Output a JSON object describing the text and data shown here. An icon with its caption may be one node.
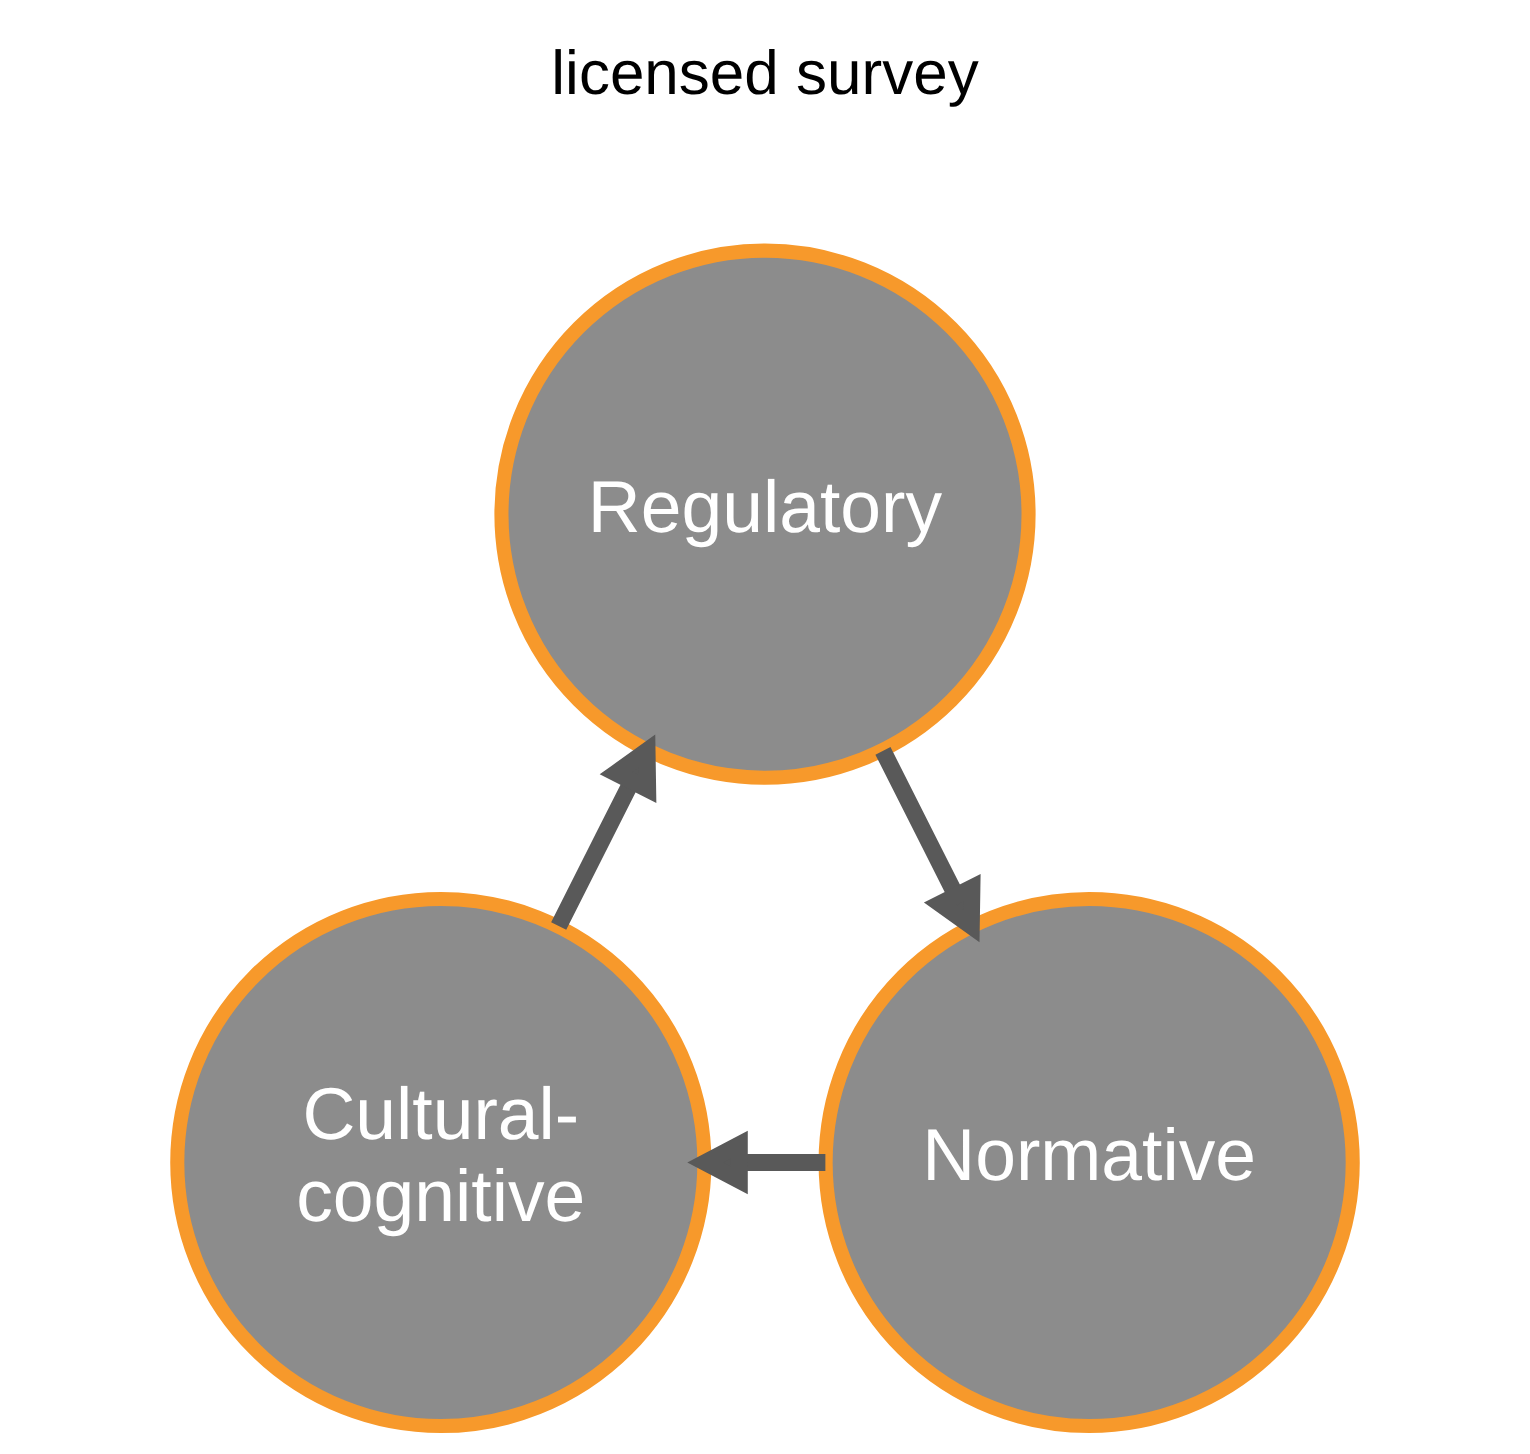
{
  "diagram": {
    "nodes": [
      {
        "text": [
          "Regulatory"
        ]
      },
      {
        "text": [
          "Cultural- cognitive"
        ]
      },
      {
        "text": [
          "Normative"
        ]
      }
    ],
    "edges": [
      {
        "from": 1,
        "to": 0,
        "arrow": "to"
      },
      {
        "from": 0,
        "to": 2,
        "arrow": "to"
      },
      {
        "from": 2,
        "to": 1,
        "arrow": "to"
      }
    ],
    "labels": [
      "licensed survey"
    ]
  }
}
